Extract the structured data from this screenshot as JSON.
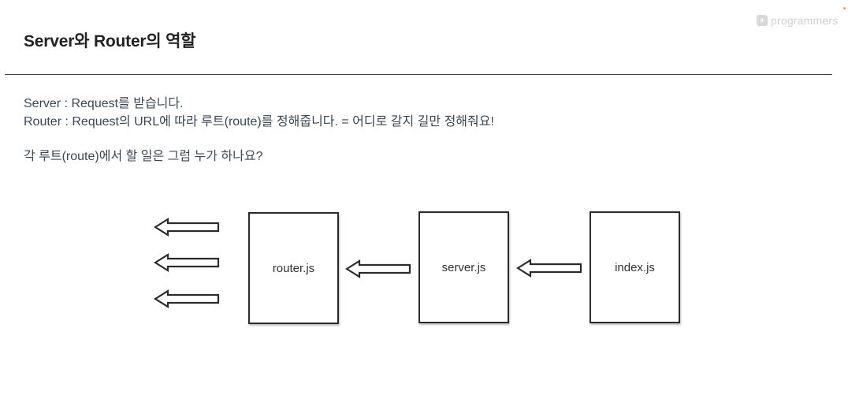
{
  "slide": {
    "title": "Server와 Router의 역할",
    "lines": [
      "Server : Request를 받습니다.",
      "Router : Request의 URL에 따라 루트(route)를 정해줍니다. = 어디로 갈지 길만 정해줘요!",
      "각 루트(route)에서 할 일은 그럼 누가 하나요?"
    ]
  },
  "brand": {
    "name": "programmers",
    "mark": "✈",
    "accent_dot": "#f2a43a"
  },
  "diagram": {
    "nodes": {
      "router": "router.js",
      "server": "server.js",
      "index": "index.js"
    },
    "stroke_color": "#2b2b2b"
  }
}
